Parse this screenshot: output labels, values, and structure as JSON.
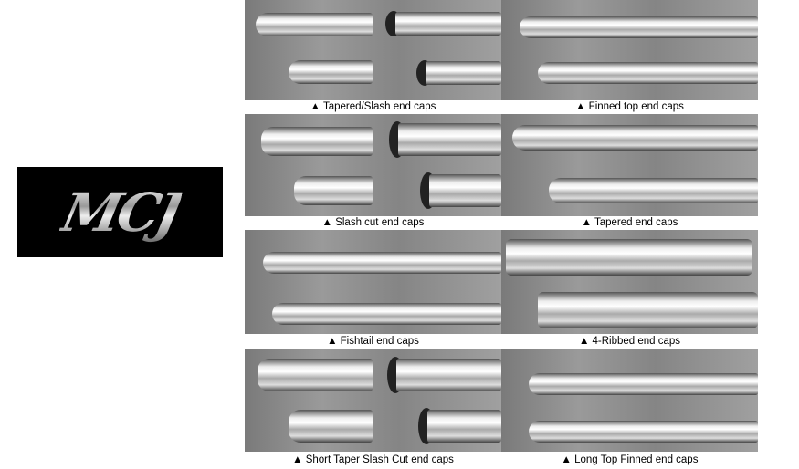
{
  "logo": {
    "text": "MCJ"
  },
  "captions": [
    "▲ Tapered/Slash end caps",
    "▲ Finned top end caps",
    "▲ Slash cut end caps",
    "▲ Tapered end caps",
    "▲ Fishtail end caps",
    "▲ 4-Ribbed end caps",
    "▲ Short Taper Slash Cut end caps",
    "▲ Long Top Finned end caps"
  ]
}
